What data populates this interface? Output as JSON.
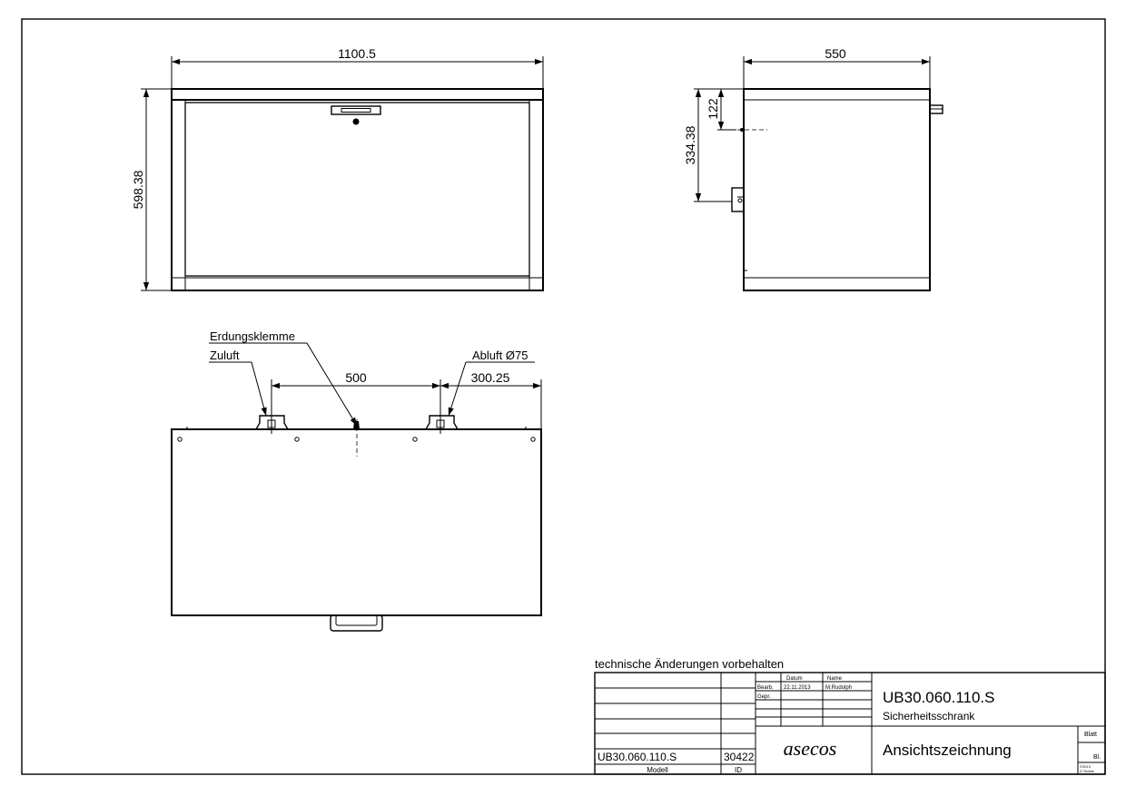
{
  "views": {
    "front": {
      "dim_width": "1100.5",
      "dim_height": "598.38"
    },
    "side": {
      "dim_depth": "550",
      "dim_top": "122",
      "dim_mid": "334.38"
    },
    "top": {
      "label_grounding": "Erdungsklemme",
      "label_intake": "Zuluft",
      "label_exhaust": "Abluft Ø75",
      "dim_spacing": "500",
      "dim_edge": "300.25"
    }
  },
  "notes": {
    "changes": "technische Änderungen vorbehalten"
  },
  "title_block": {
    "col_date": "Datum",
    "col_name": "Name",
    "row_edited": "Bearb.",
    "row_checked": "Gepr.",
    "edited_date": "22.11.2013",
    "edited_name": "M.Rudolph",
    "drawing_number": "UB30.060.110.S",
    "drawing_subtitle": "Sicherheitsschrank",
    "drawing_type": "Ansichtszeichnung",
    "logo": "asecos",
    "model_value": "UB30.060.110.S",
    "model_label": "Modell",
    "id_value": "30422",
    "id_label": "ID",
    "sheet_label": "Blatt",
    "sheet_short": "Bl.",
    "copyright": "©2013",
    "copyright_owner": "D.Tooble"
  }
}
